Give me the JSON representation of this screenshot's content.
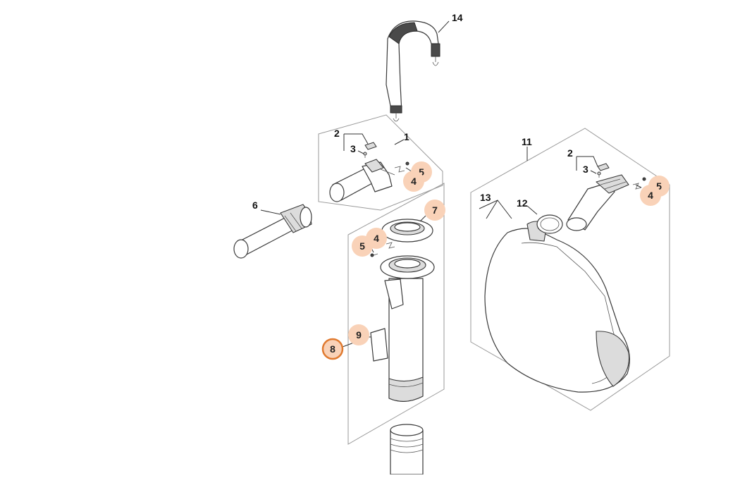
{
  "diagram": {
    "plain_labels": [
      {
        "id": "p14",
        "text": "14"
      },
      {
        "id": "p1",
        "text": "1"
      },
      {
        "id": "p2a",
        "text": "2"
      },
      {
        "id": "p3a",
        "text": "3"
      },
      {
        "id": "p6",
        "text": "6"
      },
      {
        "id": "p11",
        "text": "11"
      },
      {
        "id": "p2b",
        "text": "2"
      },
      {
        "id": "p3b",
        "text": "3"
      },
      {
        "id": "p13",
        "text": "13"
      },
      {
        "id": "p12",
        "text": "12"
      }
    ],
    "callouts": [
      {
        "id": "c5a",
        "text": "5"
      },
      {
        "id": "c4a",
        "text": "4"
      },
      {
        "id": "c7",
        "text": "7"
      },
      {
        "id": "c4b",
        "text": "4"
      },
      {
        "id": "c5b",
        "text": "5"
      },
      {
        "id": "c9",
        "text": "9"
      },
      {
        "id": "c8",
        "text": "8",
        "selected": true
      },
      {
        "id": "c5c",
        "text": "5"
      },
      {
        "id": "c4c",
        "text": "4"
      }
    ],
    "colors": {
      "callout_fill": "#f9d2b8",
      "callout_text": "#222222",
      "selected_fill": "#f9d2b8",
      "selected_ring": "#e07a30",
      "box_stroke": "#9a9a9a",
      "part_stroke": "#3a3a3a"
    }
  }
}
